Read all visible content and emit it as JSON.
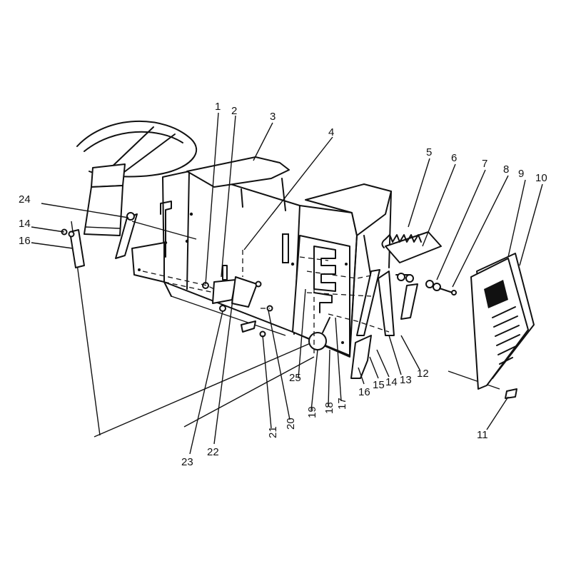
{
  "figure": {
    "callouts": [
      {
        "id": "c1",
        "text": "1"
      },
      {
        "id": "c2",
        "text": "2"
      },
      {
        "id": "c3",
        "text": "3"
      },
      {
        "id": "c4",
        "text": "4"
      },
      {
        "id": "c5",
        "text": "5"
      },
      {
        "id": "c6",
        "text": "6"
      },
      {
        "id": "c7",
        "text": "7"
      },
      {
        "id": "c8",
        "text": "8"
      },
      {
        "id": "c9",
        "text": "9"
      },
      {
        "id": "c10",
        "text": "10"
      },
      {
        "id": "c11",
        "text": "11"
      },
      {
        "id": "c12",
        "text": "12"
      },
      {
        "id": "c13",
        "text": "13"
      },
      {
        "id": "c14a",
        "text": "14"
      },
      {
        "id": "c14b",
        "text": "14"
      },
      {
        "id": "c15",
        "text": "15"
      },
      {
        "id": "c16a",
        "text": "16"
      },
      {
        "id": "c16b",
        "text": "16"
      },
      {
        "id": "c17",
        "text": "17"
      },
      {
        "id": "c18",
        "text": "18"
      },
      {
        "id": "c19",
        "text": "19"
      },
      {
        "id": "c20",
        "text": "20"
      },
      {
        "id": "c21",
        "text": "21"
      },
      {
        "id": "c22",
        "text": "22"
      },
      {
        "id": "c23",
        "text": "23"
      },
      {
        "id": "c24",
        "text": "24"
      },
      {
        "id": "c25",
        "text": "25"
      }
    ]
  }
}
